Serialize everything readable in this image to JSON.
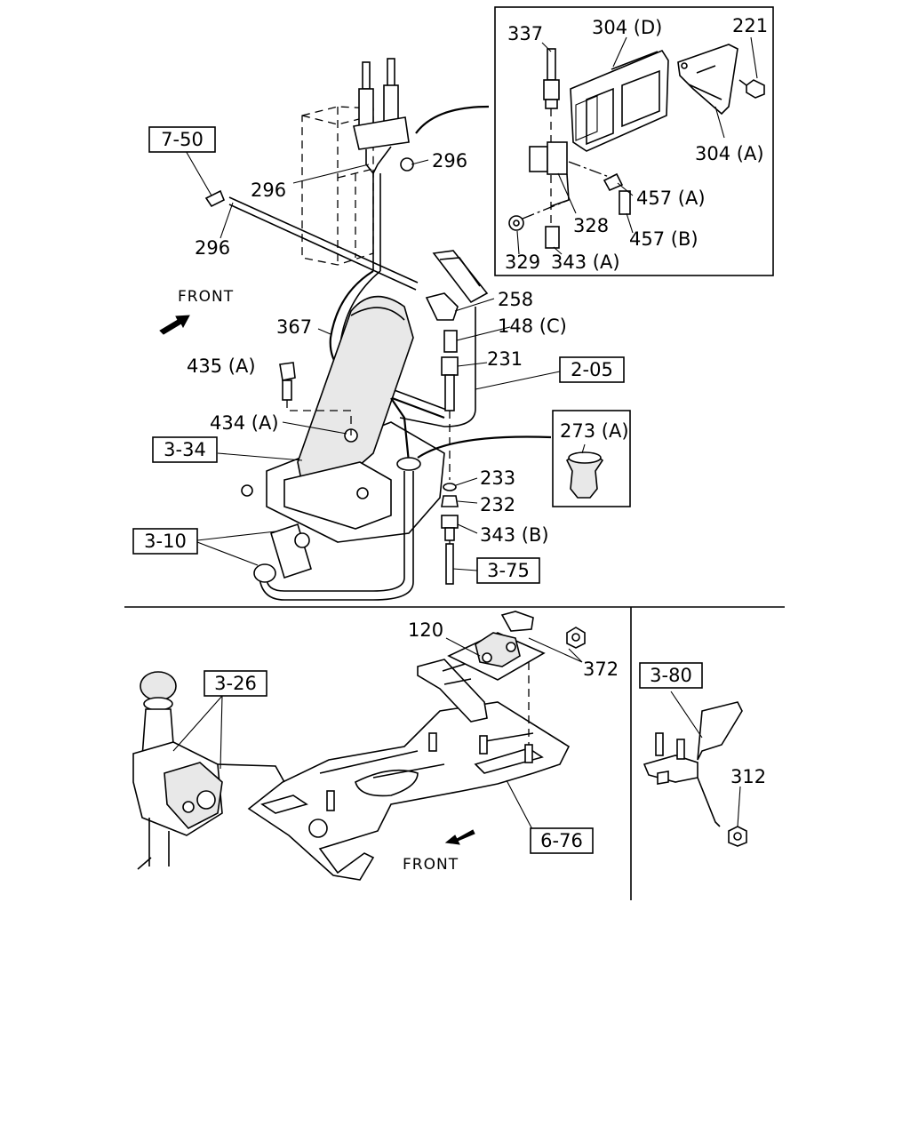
{
  "diagram": {
    "part_labels": {
      "p337": "337",
      "p304d": "304 (D)",
      "p221": "221",
      "p304a": "304 (A)",
      "p457a": "457 (A)",
      "p328": "328",
      "p457b": "457 (B)",
      "p329": "329",
      "p343a": "343 (A)",
      "p296a": "296",
      "p296b": "296",
      "p296c": "296",
      "p258": "258",
      "p148c": "148 (C)",
      "p367": "367",
      "p231": "231",
      "p435a": "435 (A)",
      "p434a": "434 (A)",
      "p273a": "273 (A)",
      "p233": "233",
      "p232": "232",
      "p343b": "343 (B)",
      "p120": "120",
      "p372": "372",
      "p312": "312"
    },
    "ref_boxes": {
      "r750": "7-50",
      "r205": "2-05",
      "r334": "3-34",
      "r310": "3-10",
      "r375": "3-75",
      "r326": "3-26",
      "r380": "3-80",
      "r676": "6-76"
    },
    "front_labels": {
      "top": "FRONT",
      "bottom": "FRONT"
    }
  }
}
